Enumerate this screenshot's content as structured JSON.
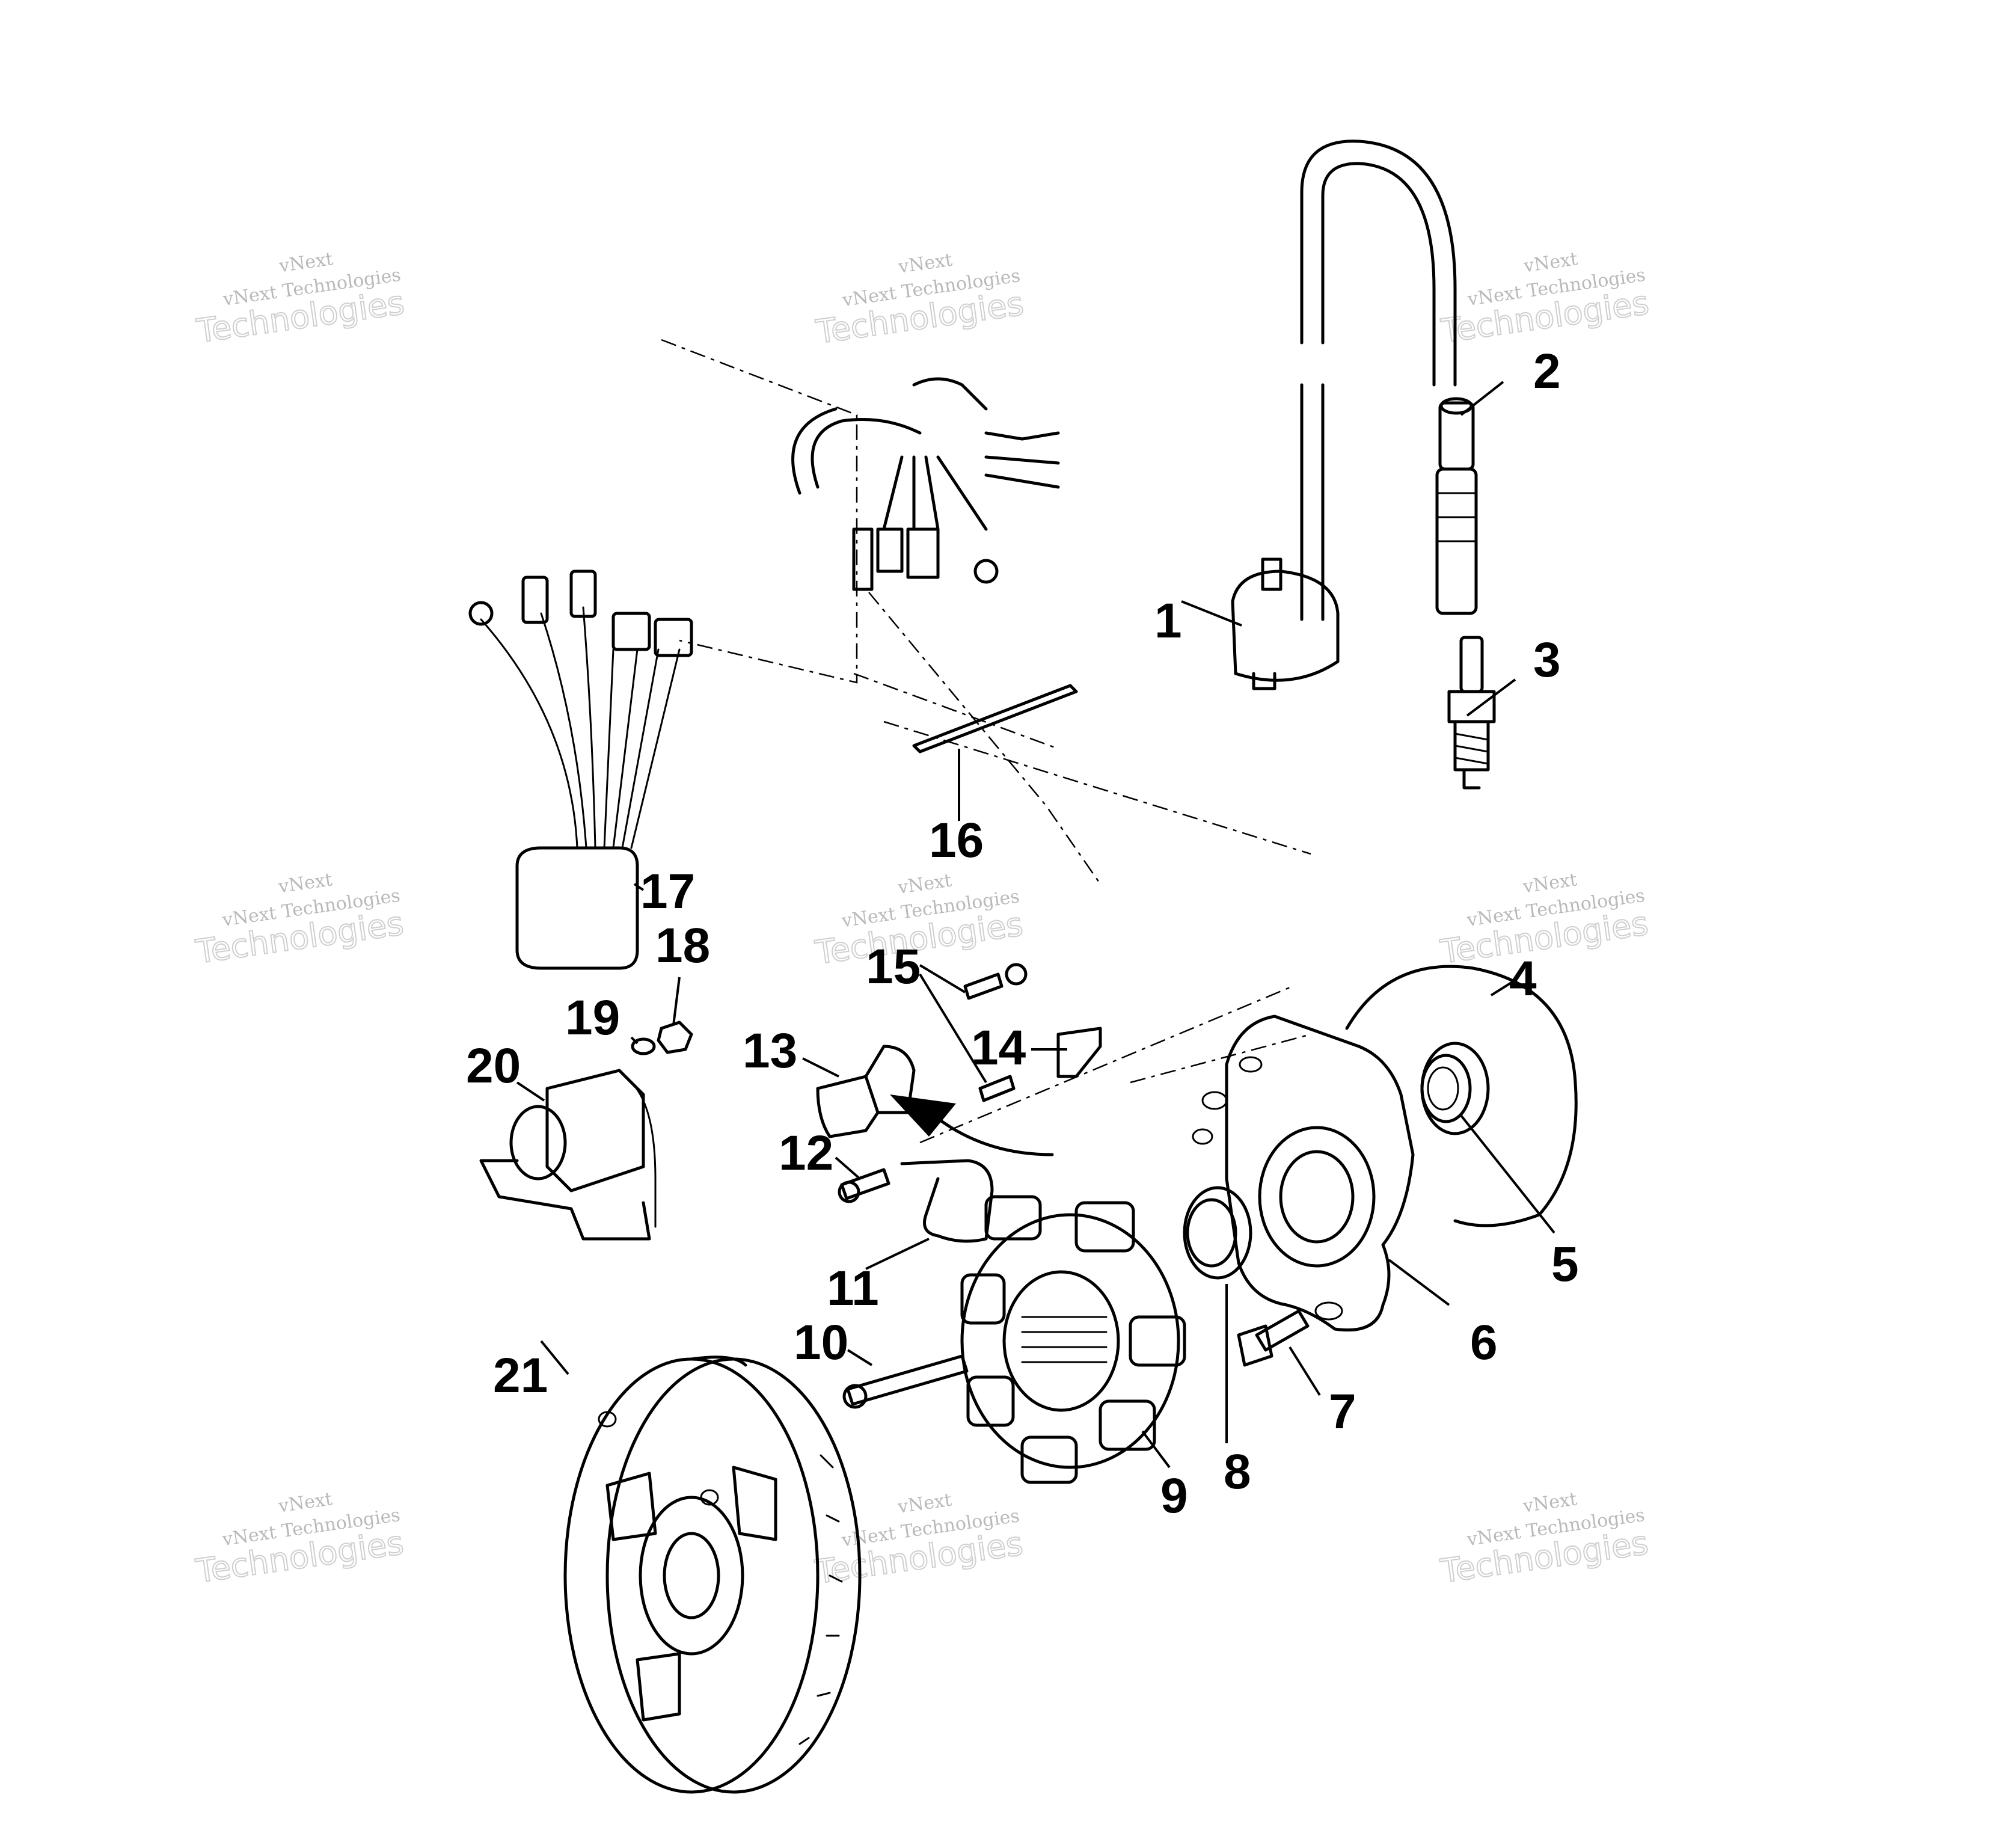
{
  "watermark": {
    "line1": "vNext",
    "line2": "vNext Technologies",
    "line3": "Technologies",
    "text_color": "#b9b9b9"
  },
  "callouts": {
    "c1": "1",
    "c2": "2",
    "c3": "3",
    "c4": "4",
    "c5": "5",
    "c6": "6",
    "c7": "7",
    "c8": "8",
    "c9": "9",
    "c10": "10",
    "c11": "11",
    "c12": "12",
    "c13": "13",
    "c14": "14",
    "c15": "15",
    "c16": "16",
    "c17": "17",
    "c18": "18",
    "c19": "19",
    "c20": "20",
    "c21": "21"
  },
  "colors": {
    "line": "#000000",
    "background": "#ffffff"
  }
}
